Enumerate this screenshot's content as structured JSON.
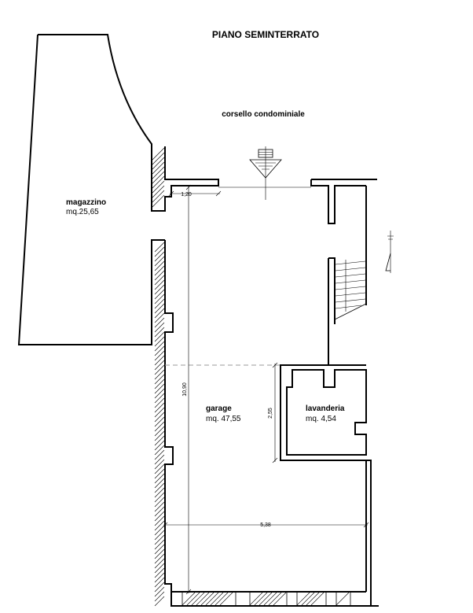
{
  "title": "PIANO SEMINTERRATO",
  "corridor_label": "corsello condominiale",
  "rooms": [
    {
      "name": "magazzino",
      "area": "mq.25,65"
    },
    {
      "name": "garage",
      "area": "mq. 47,55"
    },
    {
      "name": "lavanderia",
      "area": "mq. 4,54"
    }
  ],
  "dimensions": {
    "entrance_wall": "1,20",
    "garage_length": "10,90",
    "laundry_depth": "2,55",
    "garage_width": "5,38"
  },
  "colors": {
    "line": "#000000",
    "dashed": "#999999",
    "background": "#ffffff"
  }
}
